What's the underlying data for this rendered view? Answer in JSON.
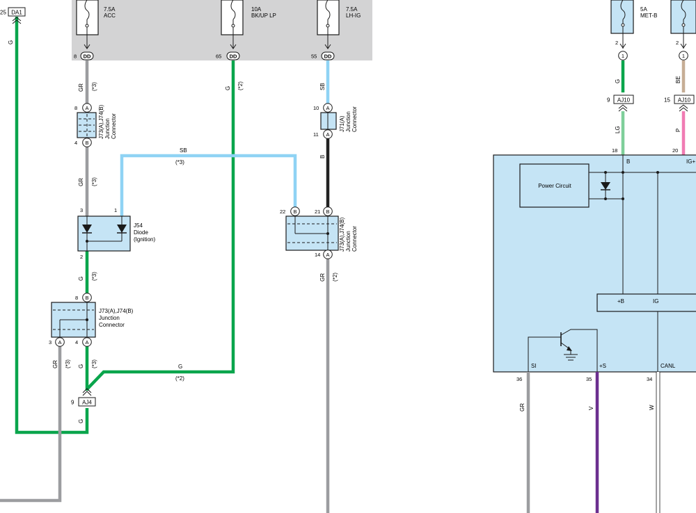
{
  "colors": {
    "green": "#0aa54c",
    "gray": "#9c9da0",
    "skyblue": "#8fd3f4",
    "black": "#222222",
    "lightgreen": "#7fcf9a",
    "tan": "#c6ad95",
    "pink": "#f07bb3",
    "violet": "#6b2f8f",
    "white": "#ffffff",
    "box": "#c5e4f5",
    "fusebox": "#d3d3d4"
  },
  "fuses": {
    "acc": {
      "amp": "7.5A",
      "name": "ACC"
    },
    "bkup": {
      "amp": "10A",
      "name": "BK/UP LP"
    },
    "lhig": {
      "amp": "7.5A",
      "name": "LH-IG"
    },
    "metb": {
      "amp": "5A",
      "name": "MET-B"
    }
  },
  "connectors": {
    "da1": {
      "pin": "25",
      "id": "DA1"
    },
    "dd_acc": {
      "pin": "8",
      "id": "DD"
    },
    "dd_bkup": {
      "pin": "65",
      "id": "DD"
    },
    "dd_lhig": {
      "pin": "55",
      "id": "DD"
    },
    "aj4": {
      "pin": "9",
      "id": "AJ4"
    },
    "aj10_a": {
      "pin": "9",
      "id": "AJ10"
    },
    "aj10_b": {
      "pin": "15",
      "id": "AJ10"
    },
    "one_a": {
      "pin": "2",
      "id": "1"
    },
    "one_b": {
      "pin": "2",
      "id": "1"
    }
  },
  "wires": {
    "g": "G",
    "gr": "GR",
    "sb": "SB",
    "b": "B",
    "lg": "LG",
    "be": "BE",
    "p": "P",
    "v": "V",
    "w": "W",
    "note3": "(*3)",
    "note2": "(*2)"
  },
  "junctions": {
    "j73_top": {
      "pin_a": "8",
      "pin_b": "4",
      "title": "J73(A),J74(B)",
      "line2": "Junction",
      "line3": "Connector"
    },
    "j71": {
      "pin_a": "10",
      "pin_b": "11",
      "title": "J71(A)",
      "line2": "Junction",
      "line3": "Connector"
    },
    "j73_mid": {
      "pin_b1": "22",
      "pin_b2": "21",
      "pin_a": "14",
      "title": "J73(A),J74(B)",
      "line2": "Junction",
      "line3": "Connector"
    },
    "j73_low": {
      "pin_b": "8",
      "pin_a1": "3",
      "pin_a2": "4",
      "title": "J73(A),J74(B)",
      "line2": "Junction",
      "line3": "Connector"
    }
  },
  "diode": {
    "pin_3": "3",
    "pin_1": "1",
    "pin_2": "2",
    "name": "J54",
    "line2": "Diode",
    "line3": "(Ignition)"
  },
  "letters": {
    "a": "A",
    "b": "B"
  },
  "ecu": {
    "power_circuit": "Power Circuit",
    "pin_b_num": "18",
    "pin_b": "B",
    "pin_ig_num": "20",
    "pin_ig": "IG+",
    "inner_b": "+B",
    "inner_ig": "IG",
    "si": "SI",
    "plus_s": "+S",
    "canl": "CANL",
    "pin_si": "36",
    "pin_s": "35",
    "pin_canl": "34"
  }
}
